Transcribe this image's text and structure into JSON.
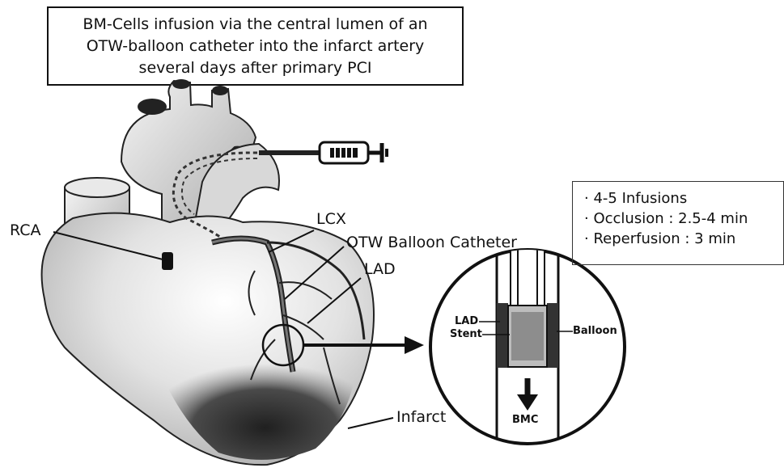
{
  "title_lines": [
    "BM-Cells infusion via the central lumen of an",
    "OTW-balloon catheter into the infarct artery",
    "several days after primary PCI"
  ],
  "protocol": [
    "· 4-5 Infusions",
    "· Occlusion : 2.5-4 min",
    "· Reperfusion : 3 min"
  ],
  "labels": {
    "rca": "RCA",
    "lcx": "LCX",
    "otw": "OTW Balloon Catheter",
    "lad": "LAD",
    "infarct": "Infarct"
  },
  "inset_labels": {
    "lad": "LAD",
    "stent": "Stent",
    "balloon": "Balloon",
    "bmc": "BMC"
  }
}
